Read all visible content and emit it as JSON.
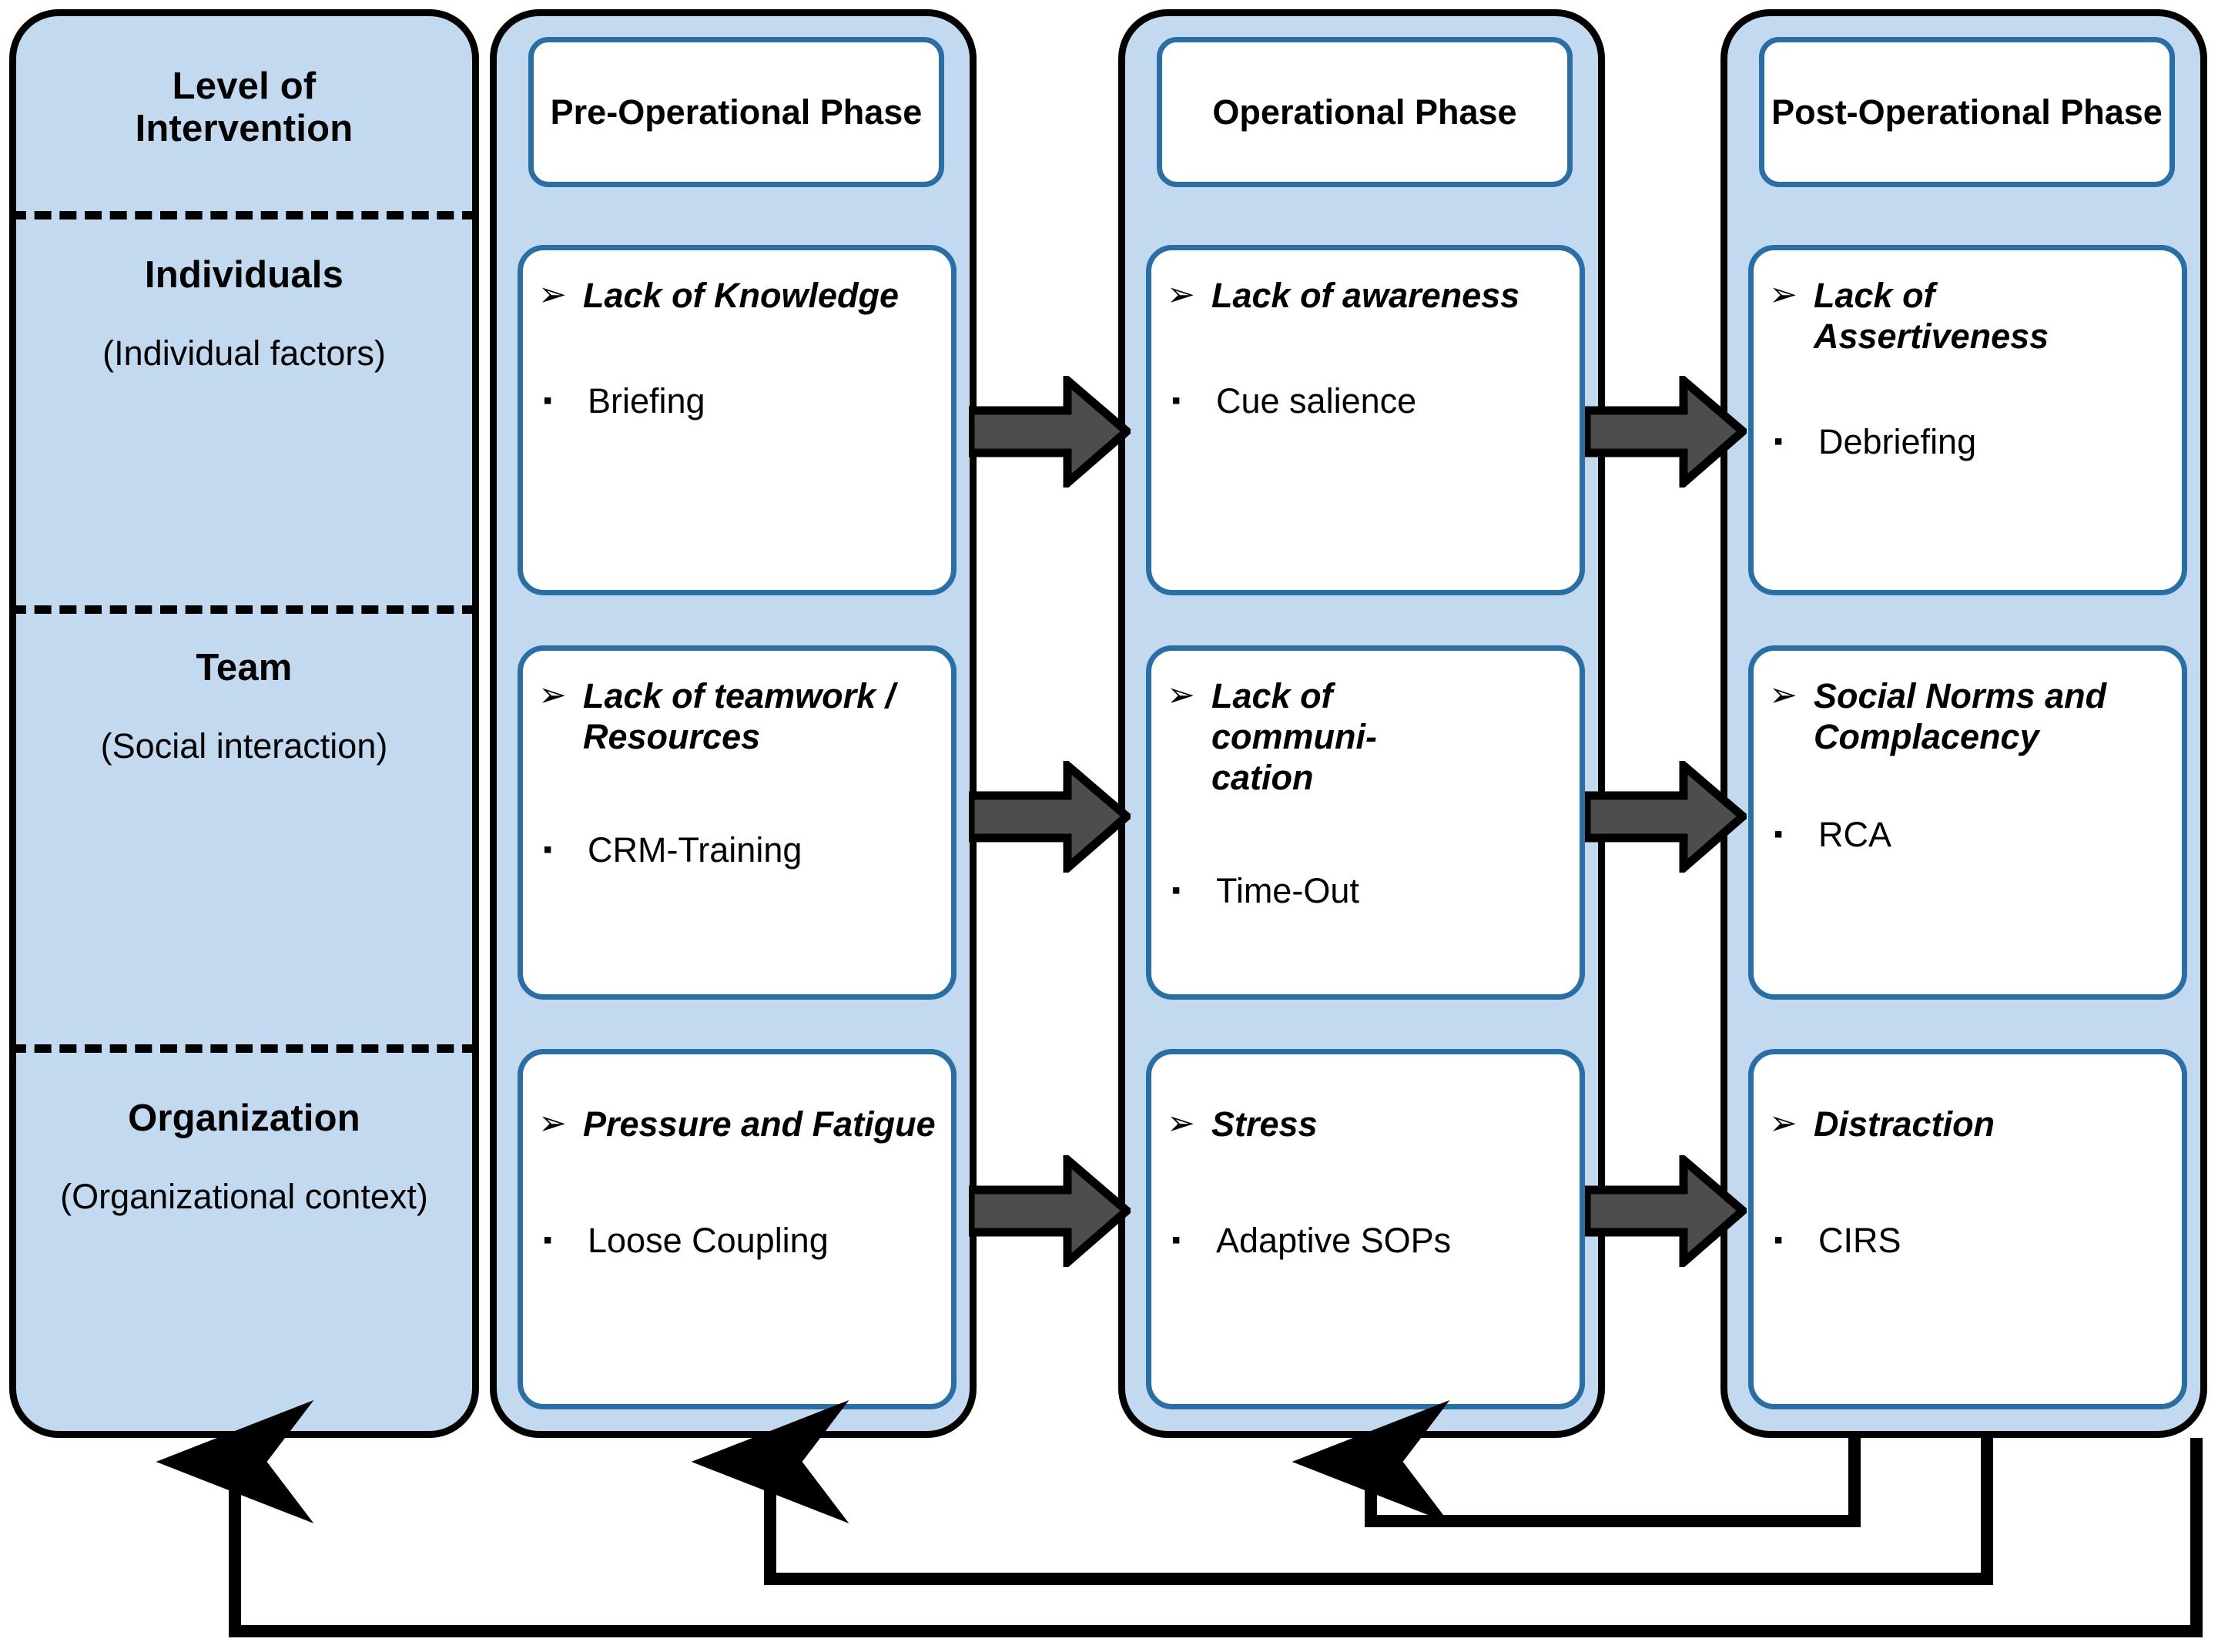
{
  "colors": {
    "column_fill": "#c3d9ef",
    "column_border": "#000000",
    "card_border": "#2a6ea6",
    "card_fill": "#ffffff",
    "arrow_fill": "#4d4d4d",
    "arrow_outline": "#000000",
    "feedback_line": "#000000"
  },
  "icons": {
    "primary_bullet": "➢",
    "secondary_bullet": "▪"
  },
  "levels_column": {
    "header": "Level of Intervention",
    "header_line1": "Level of",
    "header_line2": "Intervention",
    "rows": [
      {
        "title": "Individuals",
        "subtitle": "(Individual factors)"
      },
      {
        "title": "Team",
        "subtitle": "(Social interaction)"
      },
      {
        "title": "Organization",
        "subtitle": "(Organizational context)"
      }
    ]
  },
  "phases": [
    {
      "id": "pre-operational",
      "header": "Pre-Operational Phase",
      "cards": [
        {
          "row": "individuals",
          "primary": "Lack of Knowledge",
          "secondary": "Briefing"
        },
        {
          "row": "team",
          "primary": "Lack of teamwork / Resources",
          "secondary": "CRM-Training"
        },
        {
          "row": "organization",
          "primary": "Pressure and Fatigue",
          "secondary": "Loose Coupling"
        }
      ]
    },
    {
      "id": "operational",
      "header": "Operational Phase",
      "cards": [
        {
          "row": "individuals",
          "primary": "Lack of awareness",
          "secondary": "Cue salience"
        },
        {
          "row": "team",
          "primary": "Lack of communi-cation",
          "secondary": "Time-Out"
        },
        {
          "row": "organization",
          "primary": "Stress",
          "secondary": "Adaptive SOPs"
        }
      ]
    },
    {
      "id": "post-operational",
      "header": "Post-Operational Phase",
      "cards": [
        {
          "row": "individuals",
          "primary": "Lack of Assertiveness",
          "secondary": "Debriefing"
        },
        {
          "row": "team",
          "primary": "Social Norms and Complacency",
          "secondary": "RCA"
        },
        {
          "row": "organization",
          "primary": "Distraction",
          "secondary": "CIRS"
        }
      ]
    }
  ],
  "flow_arrows": [
    {
      "from": "pre-operational",
      "to": "operational",
      "row": "individuals"
    },
    {
      "from": "operational",
      "to": "post-operational",
      "row": "individuals"
    },
    {
      "from": "pre-operational",
      "to": "operational",
      "row": "team"
    },
    {
      "from": "operational",
      "to": "post-operational",
      "row": "team"
    },
    {
      "from": "pre-operational",
      "to": "operational",
      "row": "organization"
    },
    {
      "from": "operational",
      "to": "post-operational",
      "row": "organization"
    }
  ],
  "feedback_loops": [
    {
      "from": "post-operational",
      "to": "operational"
    },
    {
      "from": "post-operational",
      "to": "pre-operational"
    },
    {
      "from": "post-operational",
      "to": "levels"
    }
  ]
}
